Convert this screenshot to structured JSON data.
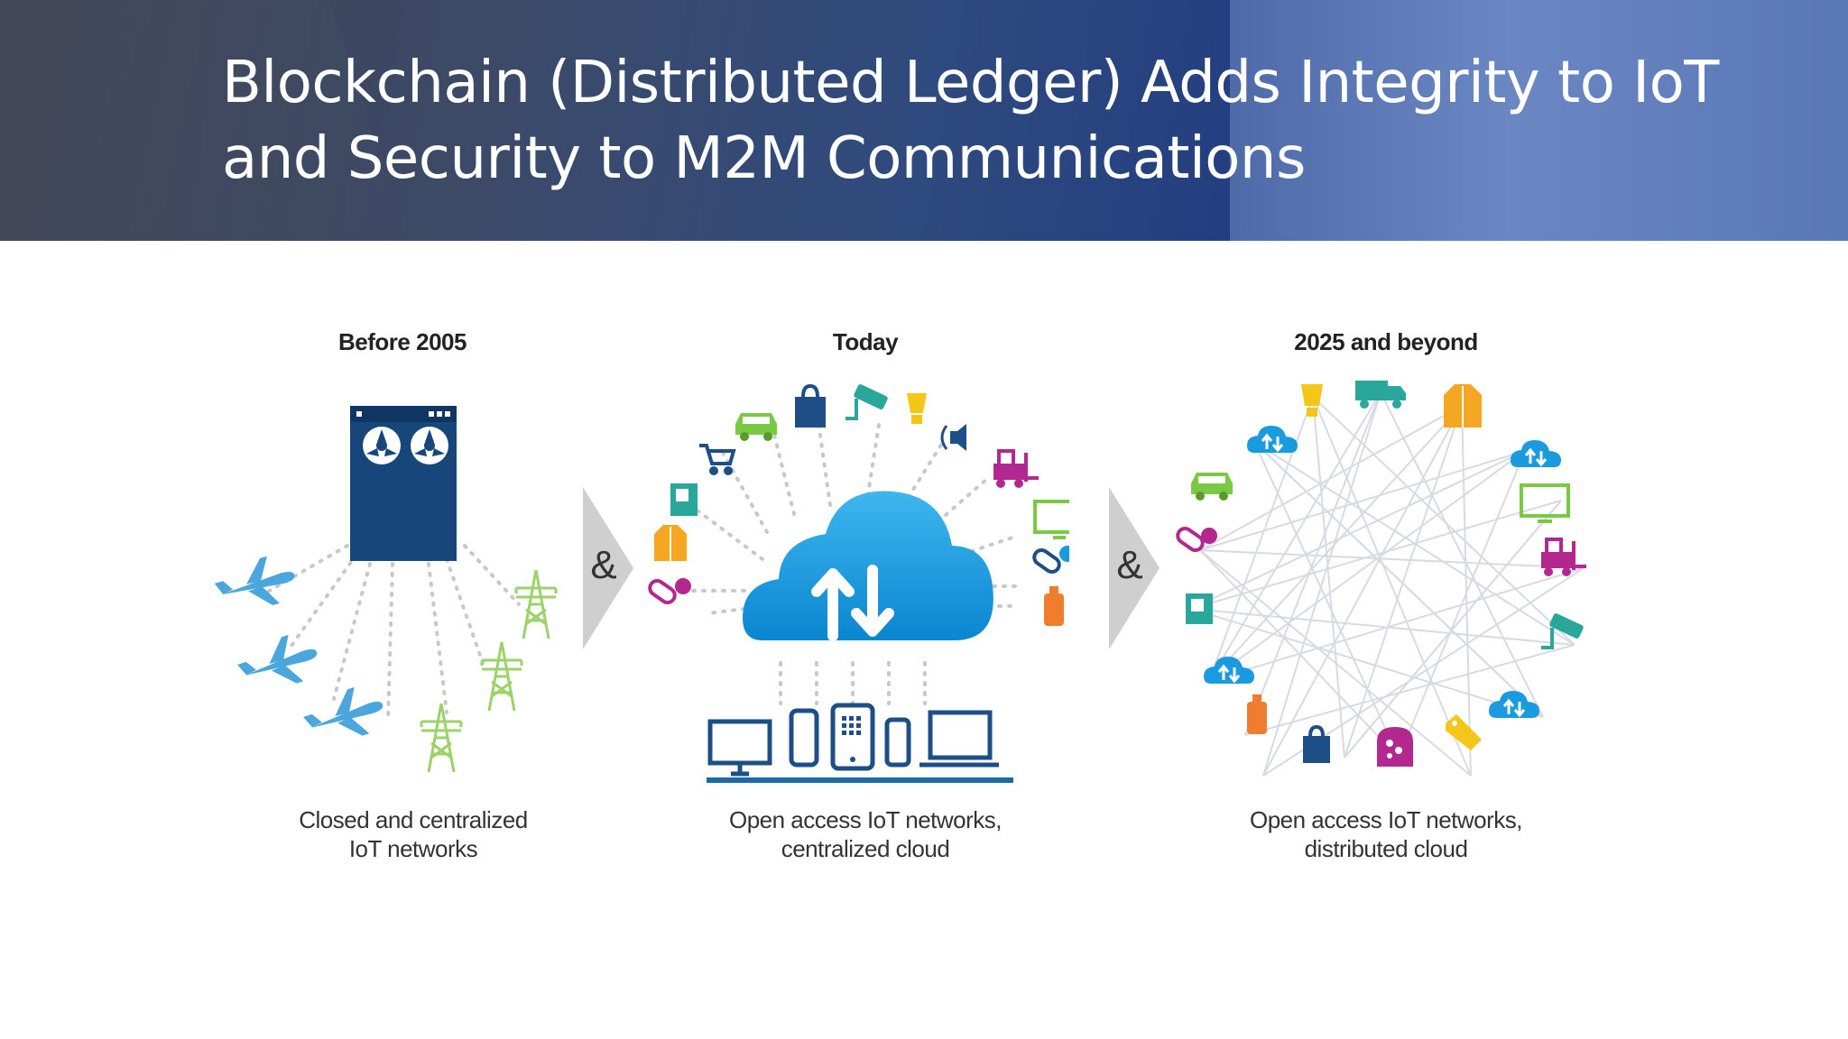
{
  "slide": {
    "title_line1": "Blockchain (Distributed Ledger) Adds Integrity to IoT",
    "title_line2": "and Security to M2M Communications"
  },
  "panels": [
    {
      "label": "Before 2005",
      "caption_line1": "Closed and centralized",
      "caption_line2": "IoT networks"
    },
    {
      "label": "Today",
      "caption_line1": "Open access IoT networks,",
      "caption_line2": "centralized cloud"
    },
    {
      "label": "2025 and beyond",
      "caption_line1": "Open access IoT networks,",
      "caption_line2": "distributed cloud"
    }
  ],
  "connectors": {
    "symbol": "&"
  },
  "colors": {
    "header_dark": "#2f4a7e",
    "header_light": "#6a87c3",
    "mainframe": "#17467a",
    "cloud_blue": "#1a9be0",
    "plane_blue": "#4aa6dc",
    "tower_green": "#9bd26a",
    "arrow_gray": "#c9c9c9",
    "device_navy": "#1d4f86"
  }
}
